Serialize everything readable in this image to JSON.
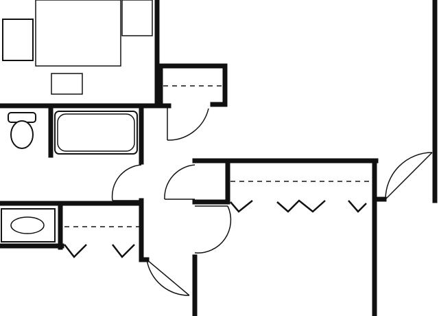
{
  "plan": {
    "line_color": "#111111",
    "background": "#ffffff",
    "rooms": [
      "bedroom-partial",
      "bathroom",
      "living-area",
      "bedroom-closet",
      "hall-closet"
    ],
    "fixtures": [
      "bed",
      "nightstand",
      "dresser",
      "toilet",
      "bathtub",
      "sink"
    ],
    "doors": 6,
    "closets": 3
  }
}
